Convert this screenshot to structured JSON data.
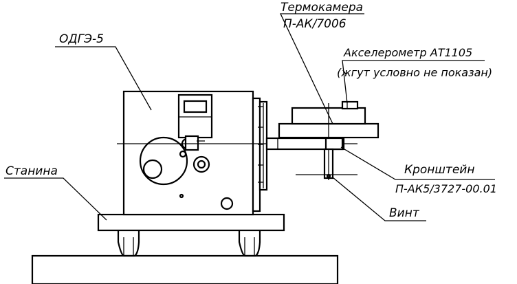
{
  "labels": {
    "odge": "ОДГЭ-5",
    "thermo_line1": "Термокамера",
    "thermo_line2": "П-АК/7006",
    "accel_line1": "Акселерометр АТ1105",
    "accel_line2": "(жгут условно не показан)",
    "stanina": "Станина",
    "bracket_line1": "Кронштейн",
    "bracket_line2": "П-АК5/3727-00.01",
    "screw": "Винт"
  },
  "colors": {
    "line": "#000000",
    "background": "#ffffff"
  }
}
